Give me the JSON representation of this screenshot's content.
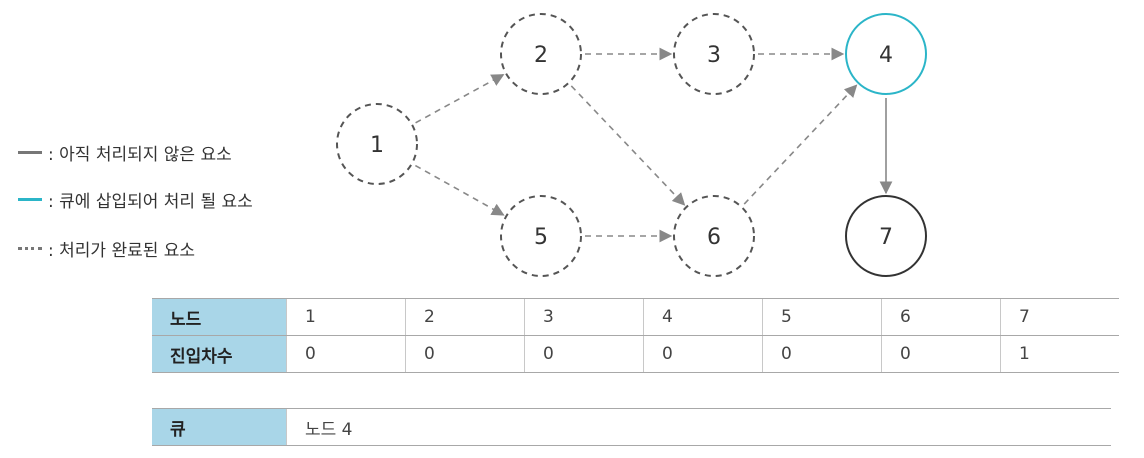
{
  "graph": {
    "nodes": [
      {
        "id": "1",
        "label": "1",
        "state": "done"
      },
      {
        "id": "2",
        "label": "2",
        "state": "done"
      },
      {
        "id": "3",
        "label": "3",
        "state": "done"
      },
      {
        "id": "4",
        "label": "4",
        "state": "queued"
      },
      {
        "id": "5",
        "label": "5",
        "state": "done"
      },
      {
        "id": "6",
        "label": "6",
        "state": "done"
      },
      {
        "id": "7",
        "label": "7",
        "state": "unprocessed"
      }
    ],
    "edges": [
      {
        "from": "1",
        "to": "2",
        "state": "done"
      },
      {
        "from": "1",
        "to": "5",
        "state": "done"
      },
      {
        "from": "2",
        "to": "3",
        "state": "done"
      },
      {
        "from": "2",
        "to": "6",
        "state": "done"
      },
      {
        "from": "3",
        "to": "4",
        "state": "done"
      },
      {
        "from": "5",
        "to": "6",
        "state": "done"
      },
      {
        "from": "6",
        "to": "4",
        "state": "done"
      },
      {
        "from": "4",
        "to": "7",
        "state": "unprocessed"
      }
    ],
    "colors": {
      "unprocessed": "#333333",
      "queued": "#2bb5c8",
      "done": "#555555",
      "edge": "#888888"
    }
  },
  "legend": {
    "unprocessed": "—: 아직 처리되지 않은 요소",
    "queued": "—: 큐에 삽입되어 처리 될 요소",
    "done": "····: 처리가 완료된 요소"
  },
  "legend_text": {
    "unprocessed": ": 아직 처리되지 않은 요소",
    "queued": ": 큐에 삽입되어 처리 될 요소",
    "done": ": 처리가 완료된 요소"
  },
  "table": {
    "node_header": "노드",
    "nodes": [
      "1",
      "2",
      "3",
      "4",
      "5",
      "6",
      "7"
    ],
    "indegree_header": "진입차수",
    "indegrees": [
      "0",
      "0",
      "0",
      "0",
      "0",
      "0",
      "1"
    ]
  },
  "queue": {
    "header": "큐",
    "content": "노드 4"
  }
}
